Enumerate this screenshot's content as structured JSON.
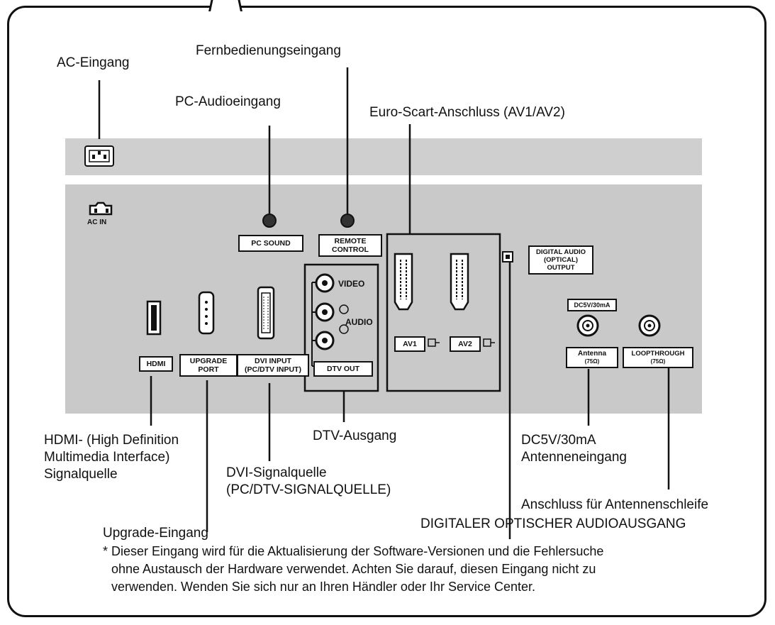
{
  "callouts": {
    "ac_eingang": "AC-Eingang",
    "fernbedienungseingang": "Fernbedienungseingang",
    "pc_audioeingang": "PC-Audioeingang",
    "euro_scart": "Euro-Scart-Anschluss (AV1/AV2)",
    "hdmi_line1": "HDMI- (High Definition",
    "hdmi_line2": "Multimedia Interface)",
    "hdmi_line3": "Signalquelle",
    "dtv_ausgang": "DTV-Ausgang",
    "dvi_line1": "DVI-Signalquelle",
    "dvi_line2": "(PC/DTV-SIGNALQUELLE)",
    "dc_line1": "DC5V/30mA",
    "dc_line2": "Antenneneingang",
    "antennenschleife": "Anschluss für Antennenschleife",
    "optisch": "DIGITALER OPTISCHER AUDIOAUSGANG",
    "upgrade": "Upgrade-Eingang"
  },
  "panel_labels": {
    "ac_in": "AC IN",
    "pc_sound": "PC SOUND",
    "remote_1": "REMOTE",
    "remote_2": "CONTROL",
    "video": "VIDEO",
    "audio": "AUDIO",
    "dtv_out": "DTV OUT",
    "hdmi": "HDMI",
    "upgrade_1": "UPGRADE",
    "upgrade_2": "PORT",
    "dvi_1": "DVI INPUT",
    "dvi_2": "(PC/DTV INPUT)",
    "av1": "AV1",
    "av2": "AV2",
    "digital_1": "DIGITAL AUDIO",
    "digital_2": "(OPTICAL)",
    "digital_3": "OUTPUT",
    "dc5v": "DC5V/30mA",
    "antenna_1": "Antenna",
    "antenna_2": "(75Ω)",
    "loop_1": "LOOPTHROUGH",
    "loop_2": "(75Ω)"
  },
  "note": {
    "line1": "* Dieser Eingang wird für die Aktualisierung der Software-Versionen und die Fehlersuche",
    "line2": "ohne Austausch der Hardware verwendet. Achten Sie darauf, diesen Eingang nicht zu",
    "line3": "verwenden. Wenden Sie sich nur an Ihren Händler oder Ihr Service Center."
  }
}
